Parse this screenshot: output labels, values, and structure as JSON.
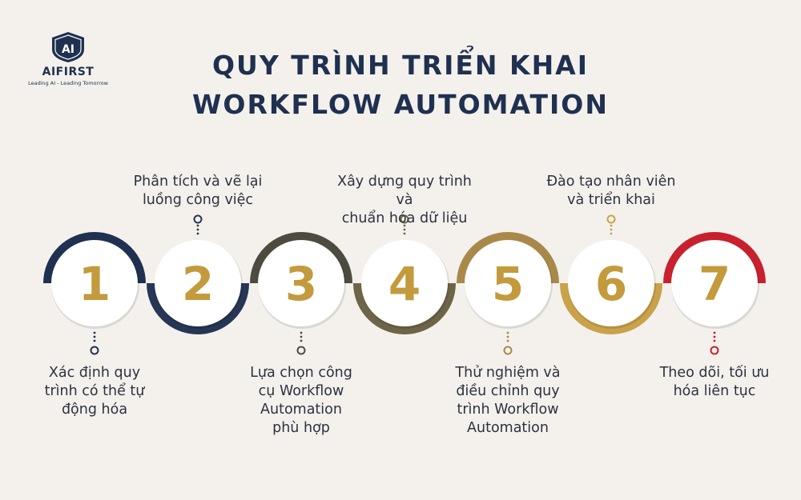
{
  "brand": {
    "logo_text": "AI",
    "name": "AIFIRST",
    "tagline": "Leading AI - Leading Tomorrow"
  },
  "title": {
    "line1": "QUY TRÌNH TRIỂN KHAI",
    "line2": "WORKFLOW AUTOMATION"
  },
  "steps": [
    {
      "number": "1",
      "color": "#1f3050",
      "arc": "top",
      "label_pos": "below",
      "lines": [
        "Xác định quy",
        "trình có thể tự",
        "động hóa"
      ]
    },
    {
      "number": "2",
      "color": "#263654",
      "arc": "bottom",
      "label_pos": "above",
      "lines": [
        "Phân tích và vẽ lại",
        "luồng công việc"
      ]
    },
    {
      "number": "3",
      "color": "#4d4a40",
      "arc": "top",
      "label_pos": "below",
      "lines": [
        "Lựa chọn công",
        "cụ Workflow",
        "Automation",
        "phù hợp"
      ]
    },
    {
      "number": "4",
      "color": "#6e6447",
      "arc": "bottom",
      "label_pos": "above",
      "lines": [
        "Xây dựng quy trình và",
        "chuẩn hóa dữ liệu"
      ]
    },
    {
      "number": "5",
      "color": "#a8894a",
      "arc": "top",
      "label_pos": "below",
      "lines": [
        "Thử nghiệm và",
        "điều chỉnh quy",
        "trình Workflow",
        "Automation"
      ]
    },
    {
      "number": "6",
      "color": "#c9a24a",
      "arc": "bottom",
      "label_pos": "above",
      "lines": [
        "Đào tạo nhân viên",
        "và triển khai"
      ]
    },
    {
      "number": "7",
      "color": "#c8202e",
      "arc": "top",
      "label_pos": "below",
      "lines": [
        "Theo dõi, tối ưu",
        "hóa liên tục"
      ]
    }
  ]
}
